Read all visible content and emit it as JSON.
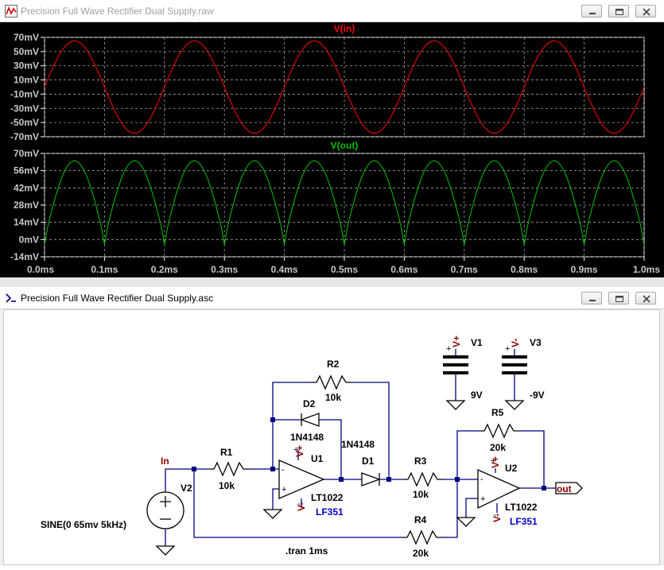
{
  "raw_window": {
    "title": "Precision Full Wave Rectifier Dual Supply.raw"
  },
  "asc_window": {
    "title": "Precision Full Wave Rectifier Dual Supply.asc"
  },
  "window_controls": {
    "minimize_icon": "minimize-icon",
    "restore_icon": "restore-icon",
    "close_icon": "close-icon"
  },
  "colors": {
    "vin_trace": "#ff0000",
    "vout_trace": "#00c000",
    "plot_background": "#000000",
    "grid": "#a0a0a0",
    "tick_text": "#c8c8c8",
    "wire": "#000080",
    "component_label": "#000000",
    "net_label": "#8b0000",
    "model_label": "#0000cc"
  },
  "chart_data": [
    {
      "type": "line",
      "title": "V(in)",
      "x": [
        0,
        0.1,
        0.2,
        0.3,
        0.4,
        0.5,
        0.6,
        0.7,
        0.8,
        0.9,
        1.0
      ],
      "x_unit": "ms",
      "xlim": [
        0,
        1.0
      ],
      "ylim": [
        -70,
        70
      ],
      "y_unit": "mV",
      "y_ticks": [
        "70mV",
        "50mV",
        "30mV",
        "10mV",
        "-10mV",
        "-30mV",
        "-50mV",
        "-70mV"
      ],
      "grid": true,
      "series": [
        {
          "name": "V(in)",
          "waveform": "sine",
          "amplitude": 65,
          "frequency_kHz": 5,
          "offset": 0
        }
      ]
    },
    {
      "type": "line",
      "title": "V(out)",
      "x": [
        0,
        0.1,
        0.2,
        0.3,
        0.4,
        0.5,
        0.6,
        0.7,
        0.8,
        0.9,
        1.0
      ],
      "x_unit": "ms",
      "x_ticks": [
        "0.0ms",
        "0.1ms",
        "0.2ms",
        "0.3ms",
        "0.4ms",
        "0.5ms",
        "0.6ms",
        "0.7ms",
        "0.8ms",
        "0.9ms",
        "1.0ms"
      ],
      "xlim": [
        0,
        1.0
      ],
      "ylim": [
        -14,
        70
      ],
      "y_unit": "mV",
      "y_ticks": [
        "70mV",
        "56mV",
        "42mV",
        "28mV",
        "14mV",
        "0mV",
        "-14mV"
      ],
      "grid": true,
      "series": [
        {
          "name": "V(out)",
          "waveform": "full-wave-rectified sine",
          "peak": 64,
          "valley_min": -4,
          "period_ms": 0.1
        }
      ]
    }
  ],
  "schematic": {
    "components": {
      "r1": {
        "ref": "R1",
        "value": "10k"
      },
      "r2": {
        "ref": "R2",
        "value": "10k"
      },
      "r3": {
        "ref": "R3",
        "value": "10k"
      },
      "r4": {
        "ref": "R4",
        "value": "20k"
      },
      "r5": {
        "ref": "R5",
        "value": "20k"
      },
      "d1": {
        "ref": "D1",
        "model": "1N4148"
      },
      "d2": {
        "ref": "D2",
        "model": "1N4148"
      },
      "u1": {
        "ref": "U1",
        "model": "LT1022",
        "sub": "LF351"
      },
      "u2": {
        "ref": "U2",
        "model": "LT1022",
        "sub": "LF351"
      },
      "v1": {
        "ref": "V1",
        "value": "9V"
      },
      "v2": {
        "ref": "V2",
        "value": "SINE(0 65mv 5kHz)"
      },
      "v3": {
        "ref": "V3",
        "value": "-9V"
      }
    },
    "net_labels": {
      "in": "In",
      "out": "out",
      "vplus": "V+",
      "vminus": "V-"
    },
    "pin_signs": {
      "plus": "+",
      "minus": "-"
    },
    "directive": ".tran 1ms"
  }
}
